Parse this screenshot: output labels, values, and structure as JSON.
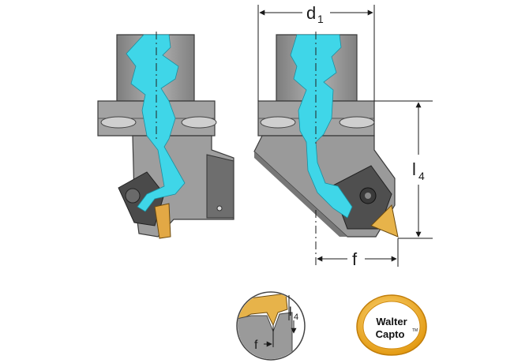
{
  "dimensions": {
    "d1": {
      "main": "d",
      "sub": "1"
    },
    "l4": {
      "main": "l",
      "sub": "4"
    },
    "f": "f"
  },
  "detail_inset": {
    "l4": {
      "main": "l",
      "sub": "4"
    },
    "f": "f"
  },
  "logo": {
    "line1": "Walter",
    "line2": "Capto",
    "trademark": "TM"
  },
  "colors": {
    "body_gray": "#9a9a9a",
    "body_dark": "#5c5c5c",
    "coolant_cyan": "#3fd6e8",
    "insert_gold": "#e7b34a",
    "logo_gold": "#f0b429"
  }
}
